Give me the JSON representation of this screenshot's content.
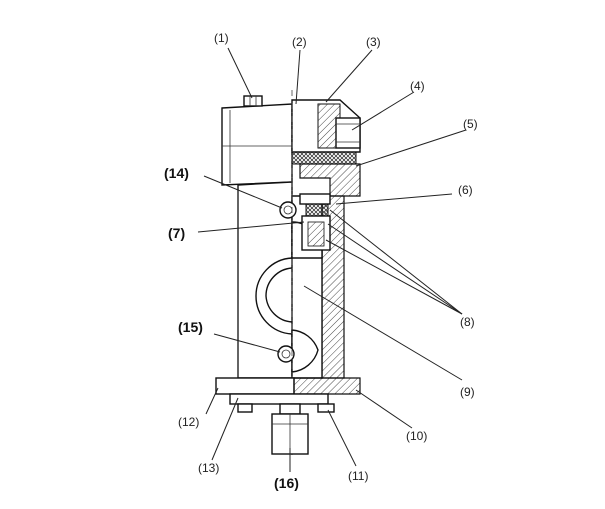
{
  "colors": {
    "line": "#222222",
    "section_fill": "#f4f4f4",
    "hatch": "#333333"
  },
  "callouts": [
    {
      "id": "c1",
      "text": "(1)",
      "bold": false
    },
    {
      "id": "c2",
      "text": "(2)",
      "bold": false
    },
    {
      "id": "c3",
      "text": "(3)",
      "bold": false
    },
    {
      "id": "c4",
      "text": "(4)",
      "bold": false
    },
    {
      "id": "c5",
      "text": "(5)",
      "bold": false
    },
    {
      "id": "c6",
      "text": "(6)",
      "bold": false
    },
    {
      "id": "c7",
      "text": "(7)",
      "bold": true
    },
    {
      "id": "c8",
      "text": "(8)",
      "bold": false
    },
    {
      "id": "c9",
      "text": "(9)",
      "bold": false
    },
    {
      "id": "c10",
      "text": "(10)",
      "bold": false
    },
    {
      "id": "c11",
      "text": "(11)",
      "bold": false
    },
    {
      "id": "c12",
      "text": "(12)",
      "bold": false
    },
    {
      "id": "c13",
      "text": "(13)",
      "bold": false
    },
    {
      "id": "c14",
      "text": "(14)",
      "bold": true
    },
    {
      "id": "c15",
      "text": "(15)",
      "bold": true
    },
    {
      "id": "c16",
      "text": "(16)",
      "bold": true
    }
  ]
}
